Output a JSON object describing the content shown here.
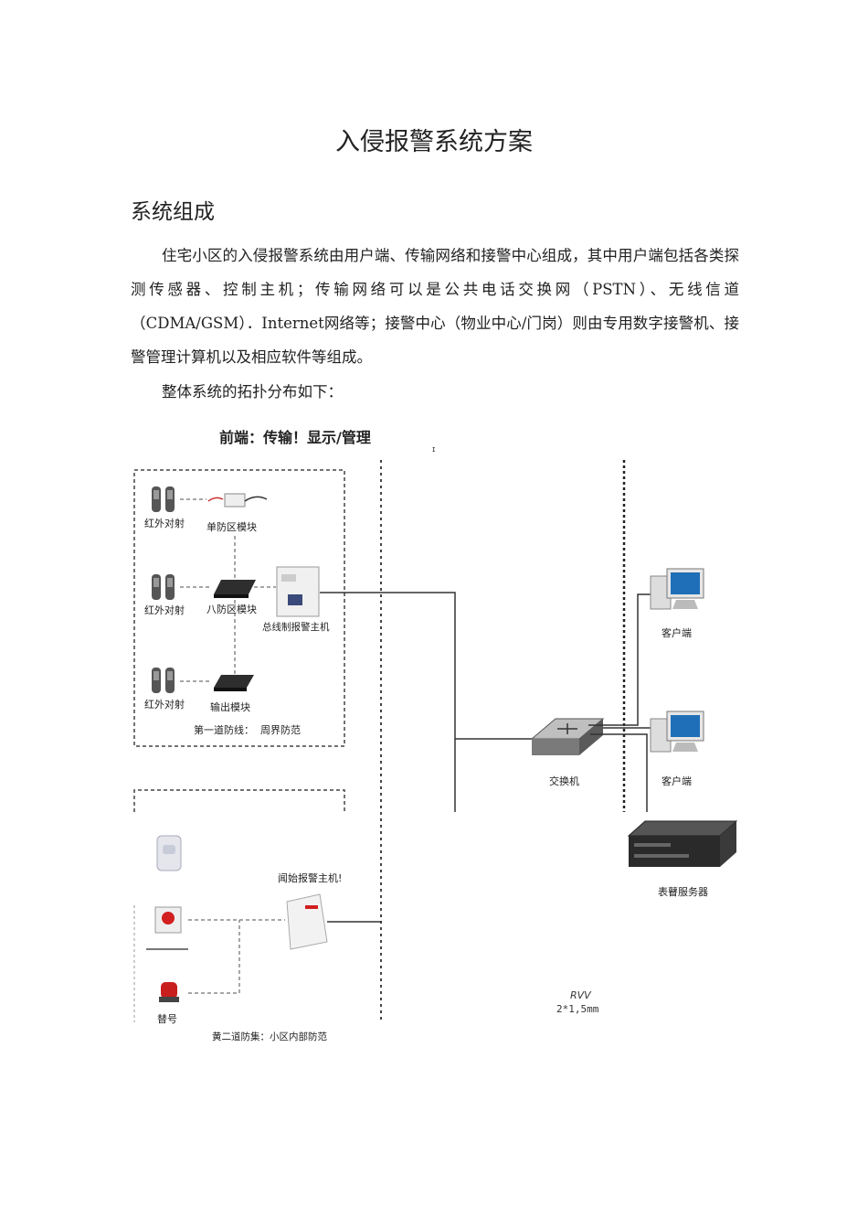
{
  "doc": {
    "title": "入侵报警系统方案",
    "section_heading": "系统组成",
    "paragraph1": "住宅小区的入侵报警系统由用户端、传输网络和接警中心组成，其中用户端包括各类探测传感器、控制主机；传输网络可以是公共电话交换网（PSTN）、无线信道（CDMA/GSM）．Internet网络等；接警中心（物业中心/门岗）则由专用数字接警机、接警管理计算机以及相应软件等组成。",
    "paragraph2": "整体系统的拓扑分布如下："
  },
  "diagram": {
    "header": "前端：传输！显示/管理",
    "stray_mark": "ɪ",
    "zone1": {
      "sensor1": "红外对射",
      "module1": "单防区模块",
      "sensor2": "红外对射",
      "module2": "八防区模块",
      "host": "总线制报警主机",
      "sensor3": "红外对射",
      "module3": "输出模块",
      "caption": "第一道防线：  周界防范"
    },
    "zone2": {
      "host": "闻始报警主机!",
      "siren": "替号",
      "caption": "黄二道防集：小区内部防范"
    },
    "network": {
      "switch": "交换机",
      "client1": "客户端",
      "client2": "客户端",
      "server": "表瞽服务器",
      "cable_type": "RVV",
      "cable_spec": "2*1,5mm"
    },
    "colors": {
      "line": "#333333",
      "dash": "#444444",
      "alarm_red": "#d21f1f"
    }
  }
}
